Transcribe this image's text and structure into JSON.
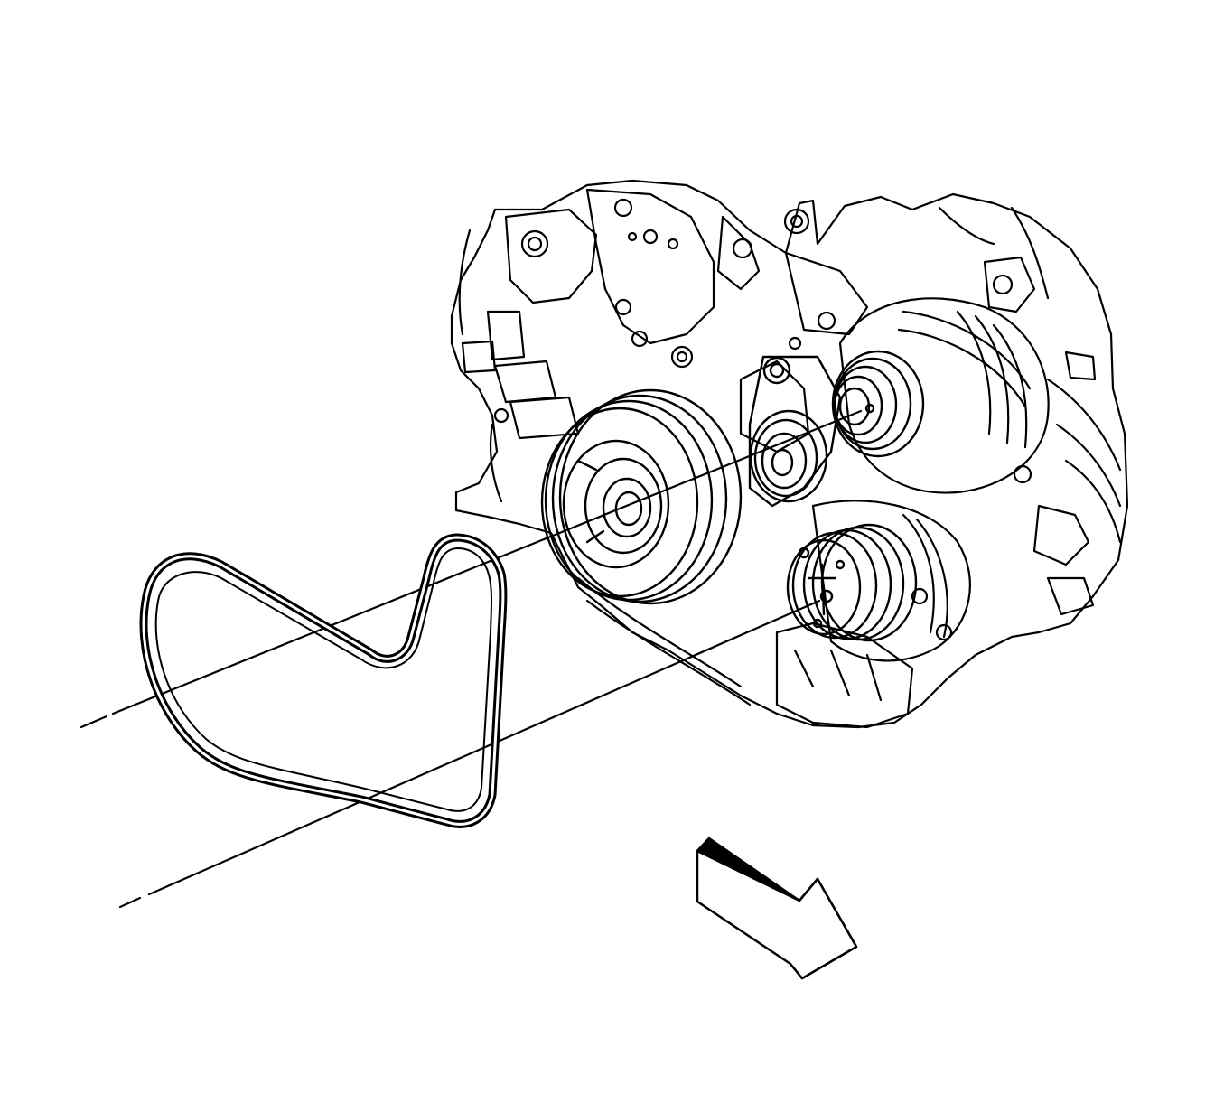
{
  "figure": {
    "labels": [],
    "colors": {
      "background": "#ffffff",
      "line": "#000000",
      "fill": "#ffffff"
    },
    "components": [
      "drive-belt",
      "crankshaft-pulley",
      "belt-tensioner-pulley",
      "generator-pulley",
      "ac-compressor-pulley",
      "engine-block",
      "view-direction-arrow"
    ],
    "icons": {
      "direction": "view-direction-arrow-icon"
    }
  }
}
